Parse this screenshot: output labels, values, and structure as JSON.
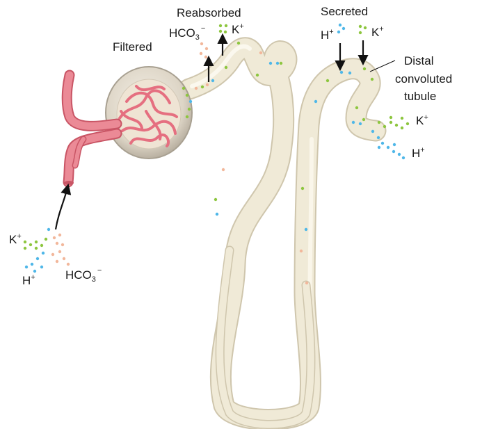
{
  "labels": {
    "reabsorbed": "Reabsorbed",
    "secreted": "Secreted",
    "filtered": "Filtered",
    "distal_line1": "Distal",
    "distal_line2": "convoluted",
    "distal_line3": "tubule",
    "hco3_base": "HCO",
    "hco3_sub": "3",
    "hco3_charge": "−",
    "k_base": "K",
    "h_base": "H",
    "plus": "+"
  },
  "colors": {
    "potassium_dot": "#8dc63f",
    "hydrogen_dot": "#4fb7e8",
    "bicarbonate_dot": "#f2b79b",
    "vessel": "#e8808d",
    "tubule": "#efe8d4",
    "capsule": "#c9c0b1"
  }
}
